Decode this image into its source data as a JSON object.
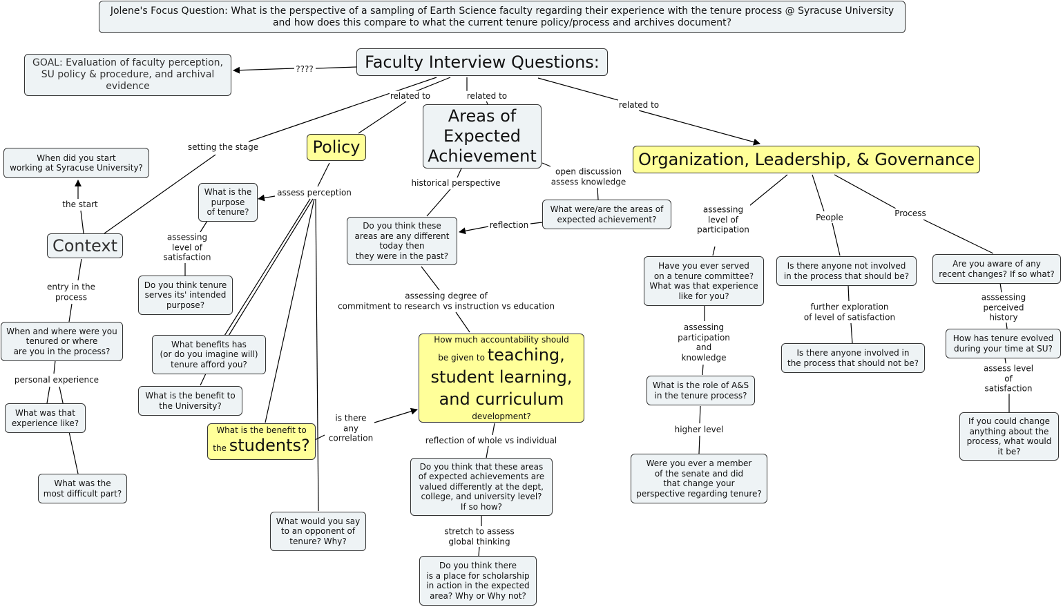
{
  "focus": "Jolene's Focus Question:   What is the perspective of a sampling of Earth Science faculty regarding their experience with the tenure process @ Syracuse University\nand how does this compare to what the current tenure policy/process and archives document?",
  "nodes": {
    "goal": "GOAL: Evaluation of faculty perception,\nSU policy & procedure, and archival\nevidence",
    "fiq": "Faculty Interview Questions:",
    "policy": "Policy",
    "areas": "Areas of\nExpected\nAchievement",
    "olg": "Organization, Leadership, & Governance",
    "context": "Context",
    "when_start": "When did you start\nworking at Syracuse University?",
    "purpose": "What is the\npurpose\nof tenure?",
    "serves": "Do you think tenure\nserves its' intended\npurpose?",
    "benefits": "What benefits has\n(or do you imagine will)\ntenure afford you?",
    "benefit_univ": "What is the benefit to\nthe University?",
    "students_a": "What is the benefit to",
    "students_b": "the",
    "students_c": "students?",
    "opponent": "What would you say\nto an opponent of\ntenure? Why?",
    "when_where": "When and where were you\ntenured or where\nare you in the process?",
    "what_was": "What was that\nexperience like?",
    "difficult": "What was the\nmost difficult part?",
    "different": "Do you think these\nareas are any different\ntoday then\nthey were in the past?",
    "areas_were": "What were/are the areas of\nexpected achievement?",
    "acc_a": "How much accountability should",
    "acc_b": "be given to",
    "acc_c": "teaching,\nstudent learning,\nand curriculum",
    "acc_d": "development?",
    "valued": "Do you think that these areas\nof expected achievements are\nvalued differently at the dept,\ncollege, and university level?\nIf so how?",
    "scholarship": "Do you think there\nis a place for scholarship\nin action in the expected\narea?  Why or Why not?",
    "served": "Have you ever served\non a tenure committee?\nWhat was that experience\nlike for you?",
    "role": "What is the role of A&S\nin the tenure process?",
    "senate": "Were you ever a member\nof the senate and did\nthat change your\nperspective regarding tenure?",
    "anyone_not": "Is there anyone not involved\nin the process that should be?",
    "anyone_in": "Is there anyone involved in\nthe process that should not be?",
    "aware": "Are you aware of any\nrecent changes? If so what?",
    "evolved": "How has tenure evolved\nduring your time at SU?",
    "change": "If you could change\nanything about the\nprocess, what would\nit be?"
  },
  "links": {
    "q": "????",
    "r1": "related to",
    "r2": "related to",
    "r3": "related to",
    "stage": "setting the stage",
    "start": "the start",
    "entry": "entry in the\nprocess",
    "personal": "personal experience",
    "perception": "assess perception",
    "satisfaction": "assessing\nlevel of\nsatisfaction",
    "historical": "historical perspective",
    "open": "open discussion\nassess knowledge",
    "reflection": "reflection",
    "degree": "assessing degree of\ncommitment to research vs instruction vs education",
    "correlation": "is there\nany\ncorrelation",
    "whole": "reflection of whole vs individual",
    "stretch": "stretch to assess\nglobal thinking",
    "participation": "assessing\nlevel of\nparticipation",
    "people": "People",
    "process": "Process",
    "knowledge": "assessing\nparticipation\nand\nknowledge",
    "higher": "higher level",
    "further": "further exploration\nof level of satisfaction",
    "history": "asssessing\nperceived history",
    "sat2": "assess level\nof satisfaction"
  },
  "colors": {
    "node": "#eef3f5",
    "highlight": "#ffff99",
    "line": "#000000"
  }
}
